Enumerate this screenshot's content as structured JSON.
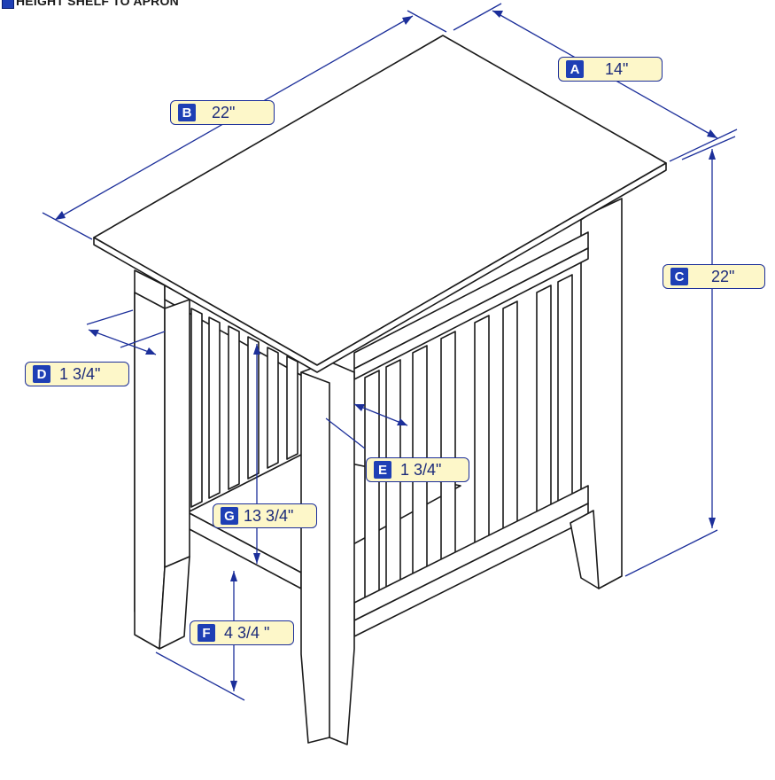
{
  "header": {
    "text": "HEIGHT SHELF TO APRON"
  },
  "dimensions": [
    {
      "letter": "A",
      "value": "14\""
    },
    {
      "letter": "B",
      "value": "22\""
    },
    {
      "letter": "C",
      "value": "22\""
    },
    {
      "letter": "D",
      "value": "1 3/4\""
    },
    {
      "letter": "E",
      "value": "1 3/4\""
    },
    {
      "letter": "F",
      "value": "4 3/4 \""
    },
    {
      "letter": "G",
      "value": "13 3/4\""
    }
  ],
  "colors": {
    "line": "#1a1a1a",
    "dimension_line": "#1c2f9a",
    "badge": "#1e3fb5",
    "callout_bg": "#fdf7c9",
    "text": "#1b2a7a"
  }
}
